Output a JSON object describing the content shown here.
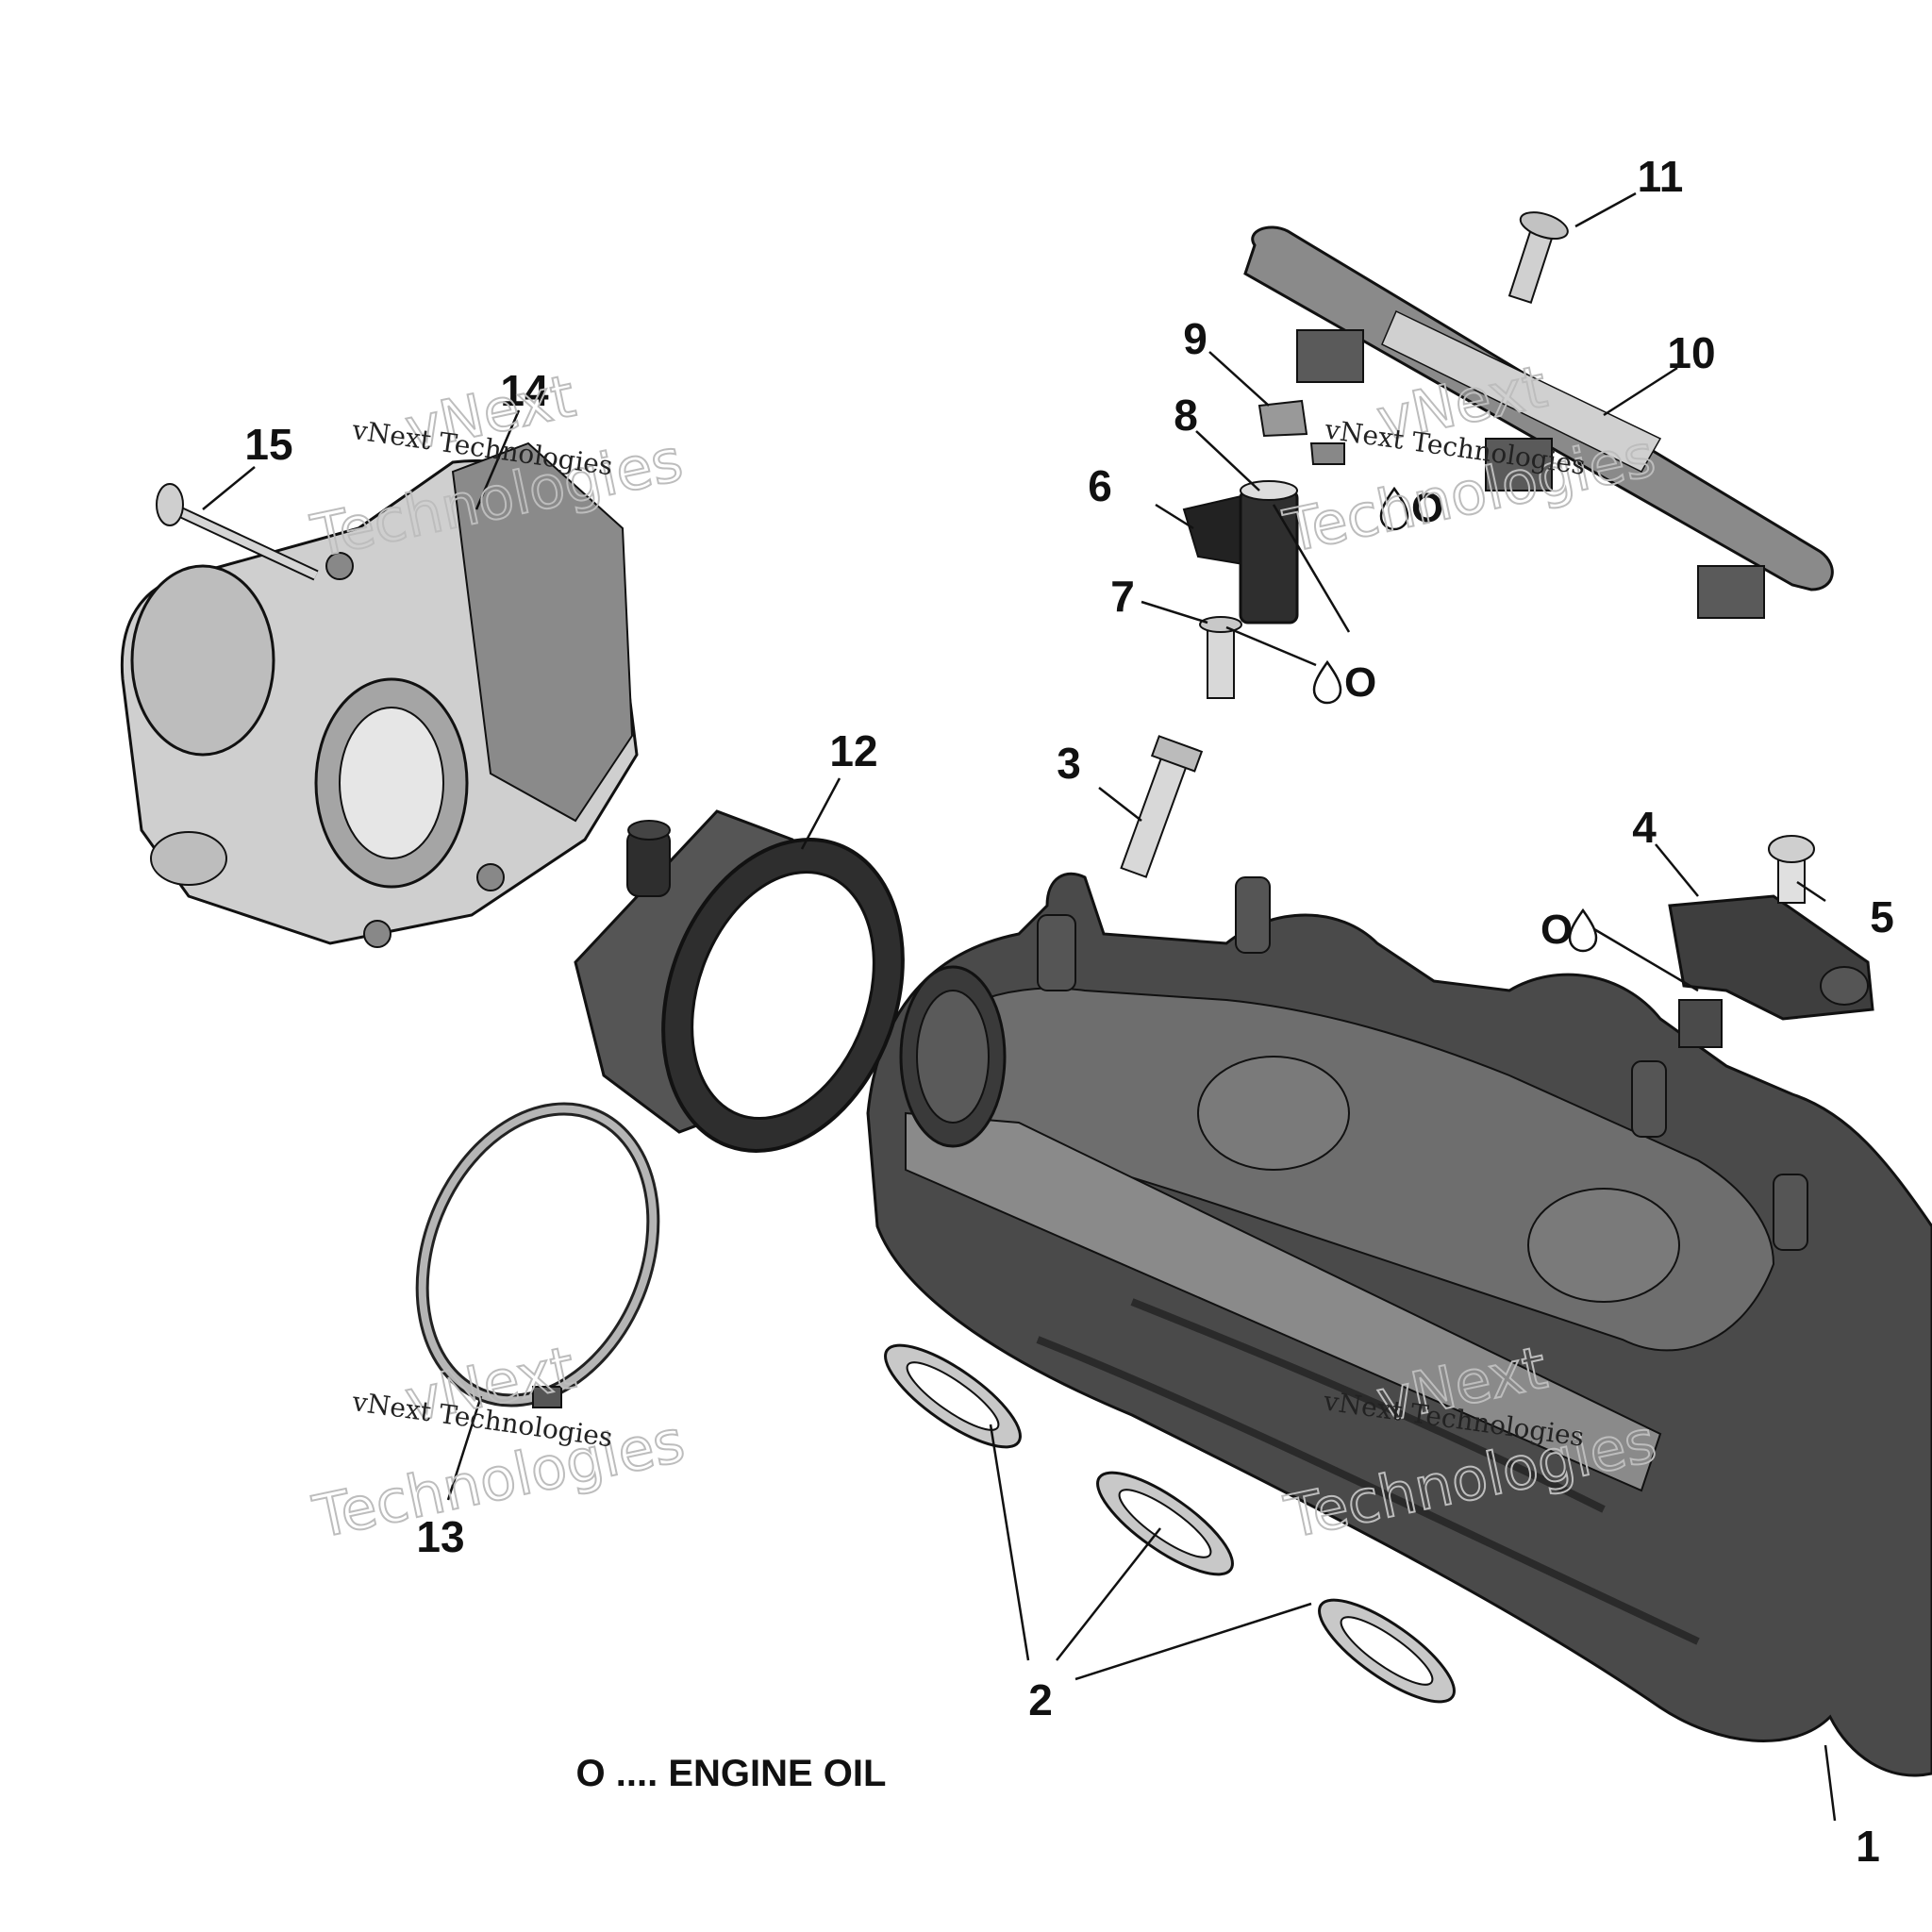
{
  "callouts": [
    "1",
    "2",
    "3",
    "4",
    "5",
    "6",
    "7",
    "8",
    "9",
    "10",
    "11",
    "12",
    "13",
    "14",
    "15"
  ],
  "oil_markers": [
    {
      "text": "O"
    },
    {
      "text": "O"
    },
    {
      "text": "O"
    }
  ],
  "legend": {
    "text": "O .... ENGINE OIL"
  },
  "watermark": {
    "brand_top": "vNext",
    "brand_bottom": "Technologies",
    "caption": "vNext Technologies"
  },
  "colors": {
    "metal_light": "#d4d4d4",
    "metal_mid": "#a8a8a8",
    "metal_dark": "#5a5a5a",
    "rubber": "#2a2a2a",
    "outline": "#111111"
  }
}
